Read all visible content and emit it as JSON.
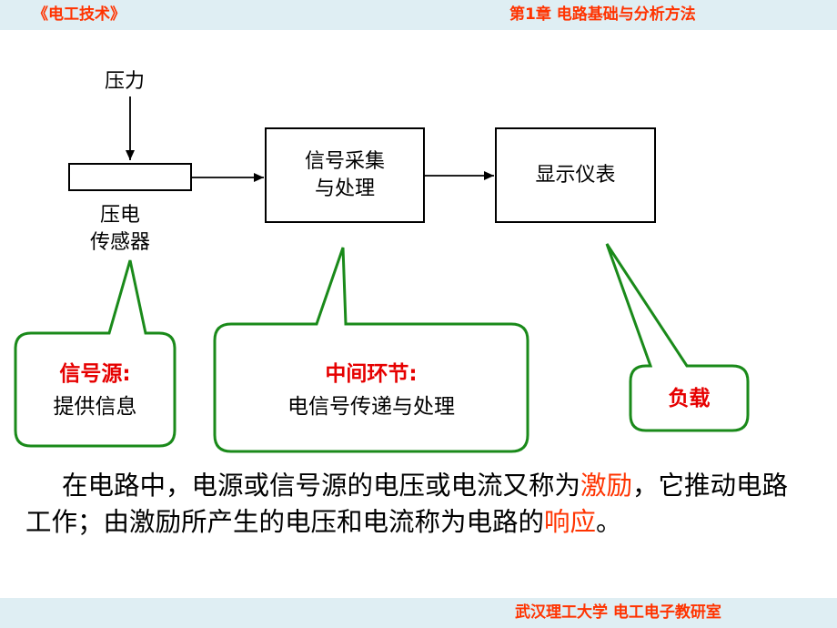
{
  "header": {
    "left": "《电工技术》",
    "right": "第1章  电路基础与分析方法"
  },
  "footer": {
    "right": "武汉理工大学  电工电子教研室"
  },
  "diagram": {
    "pressure_label": "压力",
    "sensor_label_line1": "压电",
    "sensor_label_line2": "传感器",
    "box1_line1": "信号采集",
    "box1_line2": "与处理",
    "box2": "显示仪表"
  },
  "callouts": {
    "source_title": "信号源:",
    "source_desc": "提供信息",
    "middle_title": "中间环节:",
    "middle_desc": "电信号传递与处理",
    "load_title": "负载"
  },
  "paragraph": {
    "part1": "在电路中，电源或信号源的电压或电流又称为",
    "em1": "激励",
    "part2": "，它推动电路工作；由激励所产生的电压和电流称为电路的",
    "em2": "响应",
    "part3": "。"
  },
  "colors": {
    "accent": "#ff3300",
    "callout_title": "#e60000",
    "callout_border": "#1a8a1a",
    "band": "#dfeef3"
  }
}
